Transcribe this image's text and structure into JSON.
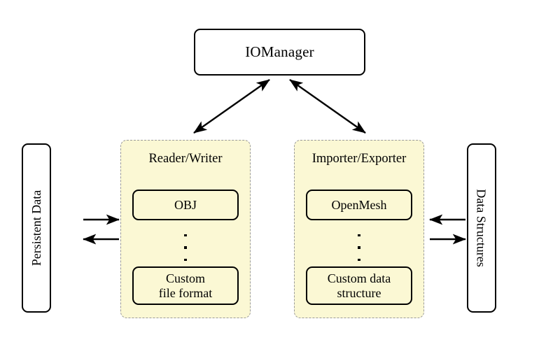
{
  "diagram": {
    "title_node": {
      "id": "iomanager",
      "label": "IOManager"
    },
    "side_nodes": [
      {
        "id": "persistent-data",
        "label": "Persistent Data",
        "rotation": "-90"
      },
      {
        "id": "data-structures",
        "label": "Data Structures",
        "rotation": "90"
      }
    ],
    "groups": [
      {
        "id": "reader-writer",
        "title": "Reader/Writer",
        "items": [
          {
            "id": "obj",
            "label": "OBJ"
          },
          {
            "id": "custom-file-format",
            "line1": "Custom",
            "line2": "file format"
          }
        ],
        "ellipsis": "⋮"
      },
      {
        "id": "importer-exporter",
        "title": "Importer/Exporter",
        "items": [
          {
            "id": "openmesh",
            "label": "OpenMesh"
          },
          {
            "id": "custom-data-structure",
            "line1": "Custom data",
            "line2": "structure"
          }
        ],
        "ellipsis": "⋮"
      }
    ],
    "edges": [
      {
        "id": "iomanager-reader-writer",
        "from": "iomanager",
        "to": "reader-writer",
        "style": "double-headed"
      },
      {
        "id": "iomanager-importer-exporter",
        "from": "iomanager",
        "to": "importer-exporter",
        "style": "double-headed"
      },
      {
        "id": "persistent-data-to-reader-writer",
        "from": "persistent-data",
        "to": "reader-writer",
        "style": "single-headed"
      },
      {
        "id": "reader-writer-to-persistent-data",
        "from": "reader-writer",
        "to": "persistent-data",
        "style": "single-headed"
      },
      {
        "id": "data-structures-to-importer-exporter",
        "from": "data-structures",
        "to": "importer-exporter",
        "style": "single-headed"
      },
      {
        "id": "importer-exporter-to-data-structures",
        "from": "importer-exporter",
        "to": "data-structures",
        "style": "single-headed"
      }
    ],
    "colors": {
      "group_fill": "#fbf8d4",
      "group_border": "#9a9a9a",
      "node_border": "#000000",
      "node_fill": "#ffffff",
      "background": "#ffffff",
      "arrow": "#000000"
    }
  }
}
